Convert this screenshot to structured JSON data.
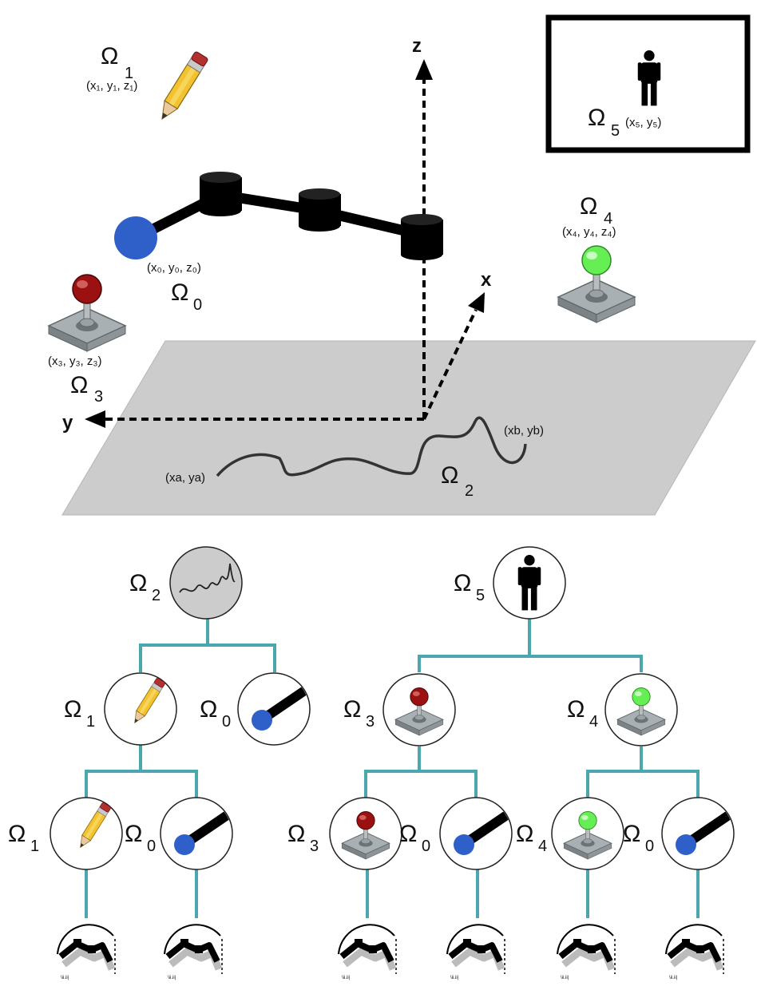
{
  "scene": {
    "axes": {
      "x": "x",
      "y": "y",
      "z": "z"
    },
    "omega0": {
      "symbol": "Ω",
      "index": "0",
      "coord": "(x₀, y₀, z₀)",
      "icon": "robot-arm-icon"
    },
    "omega1": {
      "symbol": "Ω",
      "index": "1",
      "coord": "(x₁, y₁, z₁)",
      "icon": "pencil-icon"
    },
    "omega2": {
      "symbol": "Ω",
      "index": "2",
      "start": "(xa, ya)",
      "end": "(xb, yb)",
      "icon": "trajectory-icon"
    },
    "omega3": {
      "symbol": "Ω",
      "index": "3",
      "coord": "(x₃, y₃, z₃)",
      "icon": "joystick-red-icon"
    },
    "omega4": {
      "symbol": "Ω",
      "index": "4",
      "coord": "(x₄, y₄, z₄)",
      "icon": "joystick-green-icon"
    },
    "omega5": {
      "symbol": "Ω",
      "index": "5",
      "coord": "(x₅, y₅)",
      "icon": "person-icon"
    }
  },
  "trees": {
    "left": {
      "root": {
        "index": "2"
      },
      "level1": [
        {
          "index": "1"
        },
        {
          "index": "0"
        }
      ],
      "level2": [
        {
          "index": "1"
        },
        {
          "index": "0"
        }
      ]
    },
    "right": {
      "root": {
        "index": "5"
      },
      "level1": [
        {
          "index": "3"
        },
        {
          "index": "4"
        }
      ],
      "level2": [
        {
          "index": "3"
        },
        {
          "index": "0"
        },
        {
          "index": "4"
        },
        {
          "index": "0"
        }
      ]
    }
  },
  "colors": {
    "tree_edge": "#4aa7ad",
    "plane": "#cccccc",
    "robot_base": "#2f5fc8",
    "joystick_red": "#9b1010",
    "joystick_green": "#66ee55"
  }
}
